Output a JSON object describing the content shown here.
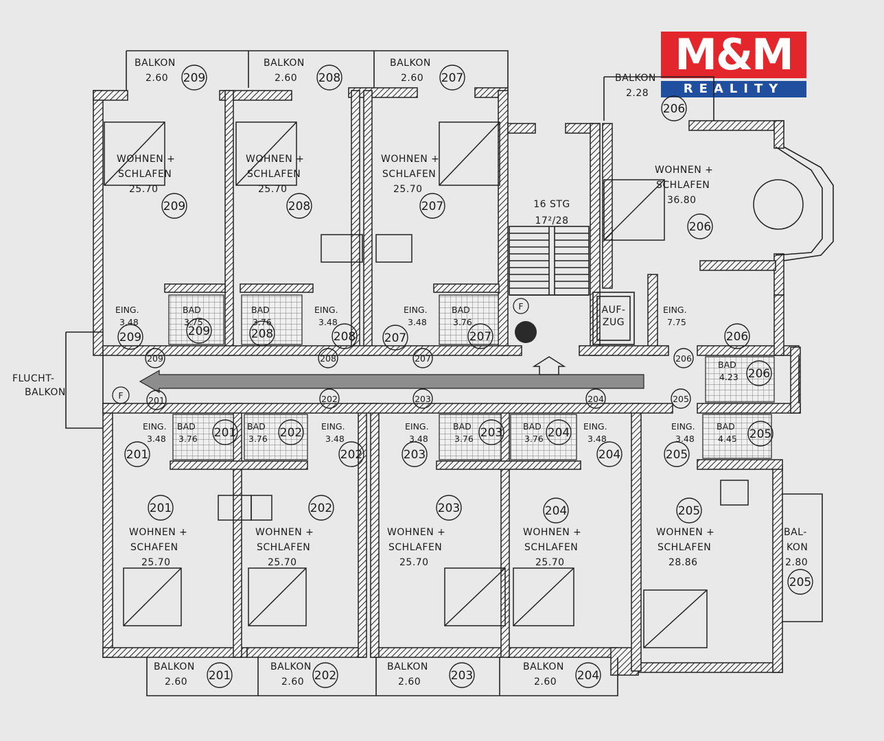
{
  "logo": {
    "brand": "M&M",
    "sub": "REALITY",
    "brand_color": "#e3262c",
    "sub_color": "#1f4f9e"
  },
  "stair": {
    "line1": "16 STG",
    "line2": "17²/28"
  },
  "lift": {
    "line1": "AUF-",
    "line2": "ZUG"
  },
  "flucht": {
    "line1": "FLUCHT-",
    "line2": "BALKON",
    "marker": "F"
  },
  "fire_marker": "F",
  "rooms": [
    {
      "id": "209",
      "balcony": {
        "l1": "BALKON",
        "l2": "2.60"
      },
      "living": {
        "l1": "WOHNEN +",
        "l2": "SCHLAFEN",
        "area": "25.70"
      },
      "eing": {
        "label": "EING.",
        "area": "3.48"
      },
      "bad": {
        "label": "BAD",
        "area": "3.75"
      }
    },
    {
      "id": "208",
      "balcony": {
        "l1": "BALKON",
        "l2": "2.60"
      },
      "living": {
        "l1": "WOHNEN +",
        "l2": "SCHLAFEN",
        "area": "25.70"
      },
      "eing": {
        "label": "EING.",
        "area": "3.48"
      },
      "bad": {
        "label": "BAD",
        "area": "3.76"
      }
    },
    {
      "id": "207",
      "balcony": {
        "l1": "BALKON",
        "l2": "2.60"
      },
      "living": {
        "l1": "WOHNEN +",
        "l2": "SCHLAFEN",
        "area": "25.70"
      },
      "eing": {
        "label": "EING.",
        "area": "3.48"
      },
      "bad": {
        "label": "BAD",
        "area": "3.76"
      }
    },
    {
      "id": "206",
      "balcony": {
        "l1": "BALKON",
        "l2": "2.28"
      },
      "living": {
        "l1": "WOHNEN +",
        "l2": "SCHLAFEN",
        "area": "36.80"
      },
      "eing": {
        "label": "EING.",
        "area": "7.75"
      },
      "bad": {
        "label": "BAD",
        "area": "4.23"
      }
    },
    {
      "id": "201",
      "balcony": {
        "l1": "BALKON",
        "l2": "2.60"
      },
      "living": {
        "l1": "WOHNEN +",
        "l2": "SCHAFEN",
        "area": "25.70"
      },
      "eing": {
        "label": "EING.",
        "area": "3.48"
      },
      "bad": {
        "label": "BAD",
        "area": "3.76"
      }
    },
    {
      "id": "202",
      "balcony": {
        "l1": "BALKON",
        "l2": "2.60"
      },
      "living": {
        "l1": "WOHNEN +",
        "l2": "SCHLAFEN",
        "area": "25.70"
      },
      "eing": {
        "label": "EING.",
        "area": "3.48"
      },
      "bad": {
        "label": "BAD",
        "area": "3.76"
      }
    },
    {
      "id": "203",
      "balcony": {
        "l1": "BALKON",
        "l2": "2.60"
      },
      "living": {
        "l1": "WOHNEN +",
        "l2": "SCHLAFEN",
        "area": "25.70"
      },
      "eing": {
        "label": "EING.",
        "area": "3.48"
      },
      "bad": {
        "label": "BAD",
        "area": "3.76"
      }
    },
    {
      "id": "204",
      "balcony": {
        "l1": "BALKON",
        "l2": "2.60"
      },
      "living": {
        "l1": "WOHNEN +",
        "l2": "SCHLAFEN",
        "area": "25.70"
      },
      "eing": {
        "label": "EING.",
        "area": "3.48"
      },
      "bad": {
        "label": "BAD",
        "area": "3.76"
      }
    },
    {
      "id": "205",
      "balcony": {
        "l1": "BAL-",
        "l2": "KON",
        "l3": "2.80"
      },
      "living": {
        "l1": "WOHNEN +",
        "l2": "SCHLAFEN",
        "area": "28.86"
      },
      "eing": {
        "label": "EING.",
        "area": "3.48"
      },
      "bad": {
        "label": "BAD",
        "area": "4.45"
      }
    }
  ]
}
